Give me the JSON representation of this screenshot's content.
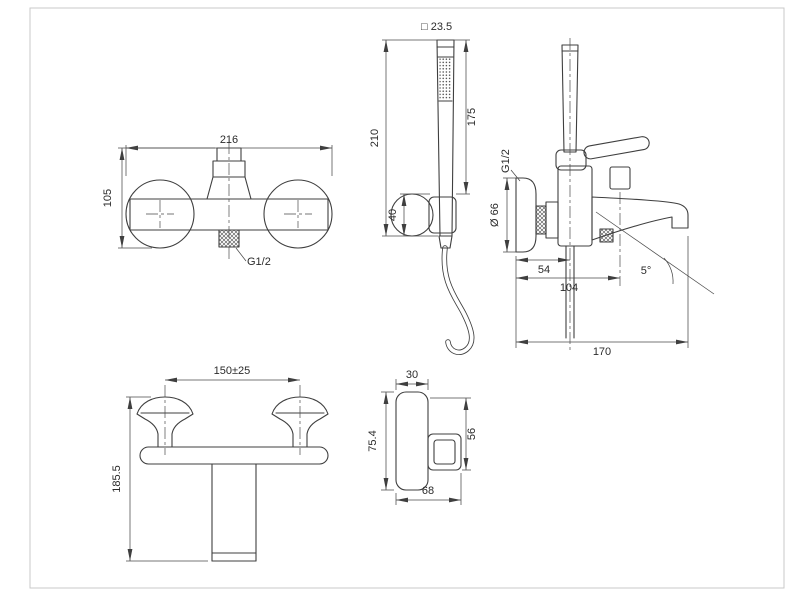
{
  "views": {
    "front": {
      "width": "216",
      "height": "105",
      "outlet_thread": "G1/2"
    },
    "hand_shower": {
      "head_square": "□ 23.5",
      "total_height": "210",
      "handset_height": "175",
      "bracket_height": "40"
    },
    "side": {
      "inlet_thread": "G1/2",
      "escutcheon_diameter": "Ø 66",
      "wall_to_handset": "54",
      "wall_to_diverter": "104",
      "spout_angle": "5°",
      "spout_reach": "170"
    },
    "shower_mixer": {
      "inlet_spacing": "150±25",
      "height": "185.5"
    },
    "bracket": {
      "depth": "30",
      "height": "75.4",
      "clamp_height": "56",
      "width": "68"
    }
  }
}
